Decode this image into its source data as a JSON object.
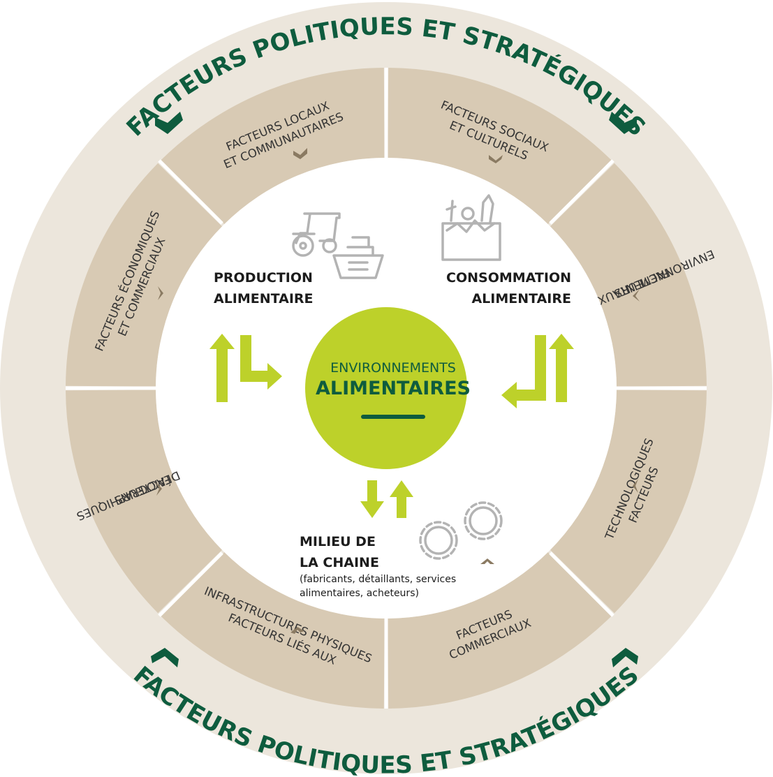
{
  "outer_ring": {
    "top_title": "FACTEURS POLITIQUES ET STRATÉGIQUES",
    "bottom_title": "FACTEURS POLITIQUES ET STRATÉGIQUES"
  },
  "segments": [
    {
      "id": "local",
      "lines": [
        "FACTEURS LOCAUX",
        "ET COMMUNAUTAIRES"
      ]
    },
    {
      "id": "social",
      "lines": [
        "FACTEURS SOCIAUX",
        "ET CULTURELS"
      ]
    },
    {
      "id": "environnement",
      "lines": [
        "FACTEURS",
        "ENVIRONNEMENTAUX"
      ]
    },
    {
      "id": "technologique",
      "lines": [
        "FACTEURS",
        "TECHNOLOGIQUES"
      ]
    },
    {
      "id": "commercial",
      "lines": [
        "FACTEURS",
        "COMMERCIAUX"
      ]
    },
    {
      "id": "infrastructure",
      "lines": [
        "FACTEURS LIÉS AUX",
        "INFRASTRUCTURES PHYSIQUES"
      ]
    },
    {
      "id": "demographique",
      "lines": [
        "FACTEURS",
        "DÉMOGRAPHIQUES"
      ]
    },
    {
      "id": "economique",
      "lines": [
        "FACTEURS ÉCONOMIQUES",
        "ET COMMERCIAUX"
      ]
    }
  ],
  "center": {
    "line1": "ENVIRONNEMENTS",
    "line2": "ALIMENTAIRES"
  },
  "production": {
    "line1": "PRODUCTION",
    "line2": "ALIMENTAIRE"
  },
  "consommation": {
    "line1": "CONSOMMATION",
    "line2": "ALIMENTAIRE"
  },
  "milieu": {
    "line1": "MILIEU DE",
    "line2": "LA CHAINE",
    "note1": "(fabricants, détaillants, services",
    "note2": "alimentaires, acheteurs)"
  },
  "icons": [
    "tractor-icon",
    "ship-icon",
    "grocery-bag-icon",
    "gear-icon"
  ],
  "colors": {
    "outer_ring": "#ece6dc",
    "segment": "#d8cab4",
    "dark_green": "#0e5c3e",
    "lime": "#bdd12a",
    "chevron_tan": "#8a7a62"
  }
}
